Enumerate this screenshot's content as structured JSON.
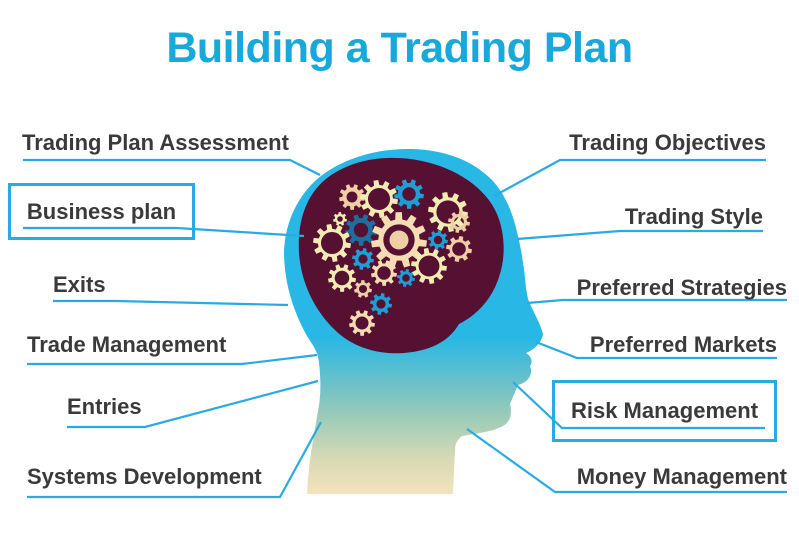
{
  "title": "Building a Trading Plan",
  "illustration": {
    "type": "head-profile-with-gears-brain"
  },
  "labels": {
    "left": [
      {
        "id": "trading-plan-assessment",
        "text": "Trading Plan Assessment",
        "boxed": false
      },
      {
        "id": "business-plan",
        "text": "Business plan",
        "boxed": true
      },
      {
        "id": "exits",
        "text": "Exits",
        "boxed": false
      },
      {
        "id": "trade-management",
        "text": "Trade Management",
        "boxed": false
      },
      {
        "id": "entries",
        "text": "Entries",
        "boxed": false
      },
      {
        "id": "systems-development",
        "text": "Systems Development",
        "boxed": false
      }
    ],
    "right": [
      {
        "id": "trading-objectives",
        "text": "Trading Objectives",
        "boxed": false
      },
      {
        "id": "trading-style",
        "text": "Trading Style",
        "boxed": false
      },
      {
        "id": "preferred-strategies",
        "text": "Preferred Strategies",
        "boxed": false
      },
      {
        "id": "preferred-markets",
        "text": "Preferred Markets",
        "boxed": false
      },
      {
        "id": "risk-management",
        "text": "Risk Management",
        "boxed": true
      },
      {
        "id": "money-management",
        "text": "Money Management",
        "boxed": false
      }
    ]
  },
  "colors": {
    "title": "#18a8da",
    "line": "#29abe2",
    "label_text": "#3a3a3a",
    "head_top": "#29b8e5",
    "head_bottom": "#f5e3bd",
    "brain": "#561031",
    "gear_cream": "#f5dcb4",
    "gear_pale_yellow": "#f1edb2",
    "gear_peach": "#f0cda4",
    "gear_blue": "#1f9ed4",
    "gear_dark_blue": "#1d6fa0"
  }
}
